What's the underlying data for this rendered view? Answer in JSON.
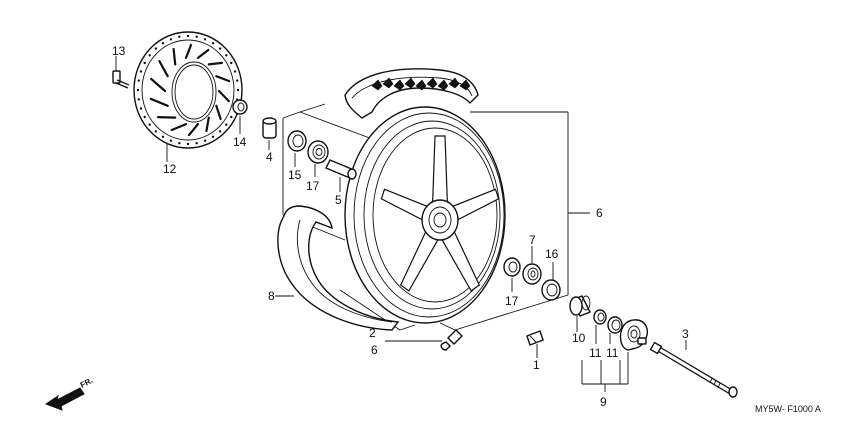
{
  "diagram": {
    "diagram_code": "MY5W- F1000 A",
    "direction_label": "FR.",
    "callouts": {
      "c1": "1",
      "c2": "2",
      "c3": "3",
      "c4": "4",
      "c5": "5",
      "c6_wheel": "6",
      "c6_valve": "6",
      "c7": "7",
      "c8": "8",
      "c9": "9",
      "c10": "10",
      "c11a": "11",
      "c11b": "11",
      "c12": "12",
      "c13": "13",
      "c14": "14",
      "c15": "15",
      "c16": "16",
      "c17a": "17",
      "c17b": "17"
    },
    "parts": [
      {
        "ref": "1",
        "icon": "balance-weight-icon"
      },
      {
        "ref": "2",
        "icon": "valve-stem-icon"
      },
      {
        "ref": "3",
        "icon": "axle-icon"
      },
      {
        "ref": "4",
        "icon": "collar-icon"
      },
      {
        "ref": "5",
        "icon": "distance-collar-icon"
      },
      {
        "ref": "6",
        "icon": "wheel-icon"
      },
      {
        "ref": "7",
        "icon": "bearing-icon"
      },
      {
        "ref": "8",
        "icon": "tire-icon"
      },
      {
        "ref": "9",
        "icon": "speedometer-gearbox-icon"
      },
      {
        "ref": "10",
        "icon": "side-collar-icon"
      },
      {
        "ref": "11",
        "icon": "dust-seal-icon"
      },
      {
        "ref": "12",
        "icon": "brake-disc-icon"
      },
      {
        "ref": "13",
        "icon": "disc-bolt-icon"
      },
      {
        "ref": "14",
        "icon": "nut-icon"
      },
      {
        "ref": "15",
        "icon": "dust-seal-icon"
      },
      {
        "ref": "16",
        "icon": "dust-seal-icon"
      },
      {
        "ref": "17",
        "icon": "bearing-icon"
      }
    ]
  }
}
